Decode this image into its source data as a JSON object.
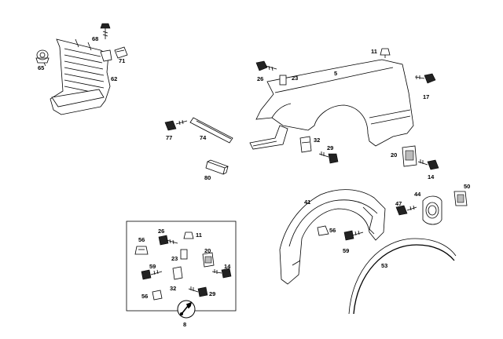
{
  "callouts": {
    "c68": "68",
    "c71": "71",
    "c65": "65",
    "c62": "62",
    "c11": "11",
    "c26": "26",
    "c23": "23",
    "c5": "5",
    "c17": "17",
    "c77": "77",
    "c74": "74",
    "c32": "32",
    "c29": "29",
    "c20": "20",
    "c14": "14",
    "c80": "80",
    "c41": "41",
    "c47": "47",
    "c44": "44",
    "c50": "50",
    "c56": "56",
    "c59": "59",
    "c53": "53",
    "k56a": "56",
    "k26": "26",
    "k11": "11",
    "k23": "23",
    "k20": "20",
    "k59": "59",
    "k14": "14",
    "k32": "32",
    "k56b": "56",
    "k29": "29",
    "k8": "8"
  }
}
